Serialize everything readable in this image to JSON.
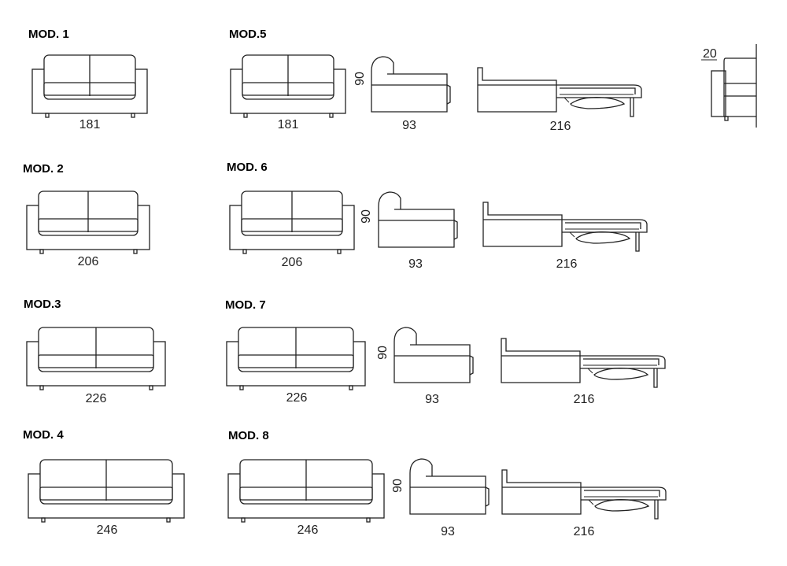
{
  "labels": {
    "mod1": "MOD. 1",
    "mod2": "MOD. 2",
    "mod3": "MOD.3",
    "mod4": "MOD. 4",
    "mod5": "MOD.5",
    "mod6": "MOD. 6",
    "mod7": "MOD. 7",
    "mod8": "MOD. 8"
  },
  "dimensions": {
    "mod1_width": "181",
    "mod2_width": "206",
    "mod3_width": "226",
    "mod4_width": "246",
    "mod5_width": "181",
    "mod6_width": "206",
    "mod7_width": "226",
    "mod8_width": "246",
    "height": "90",
    "depth": "93",
    "open_depth": "216",
    "arm_width": "20"
  }
}
